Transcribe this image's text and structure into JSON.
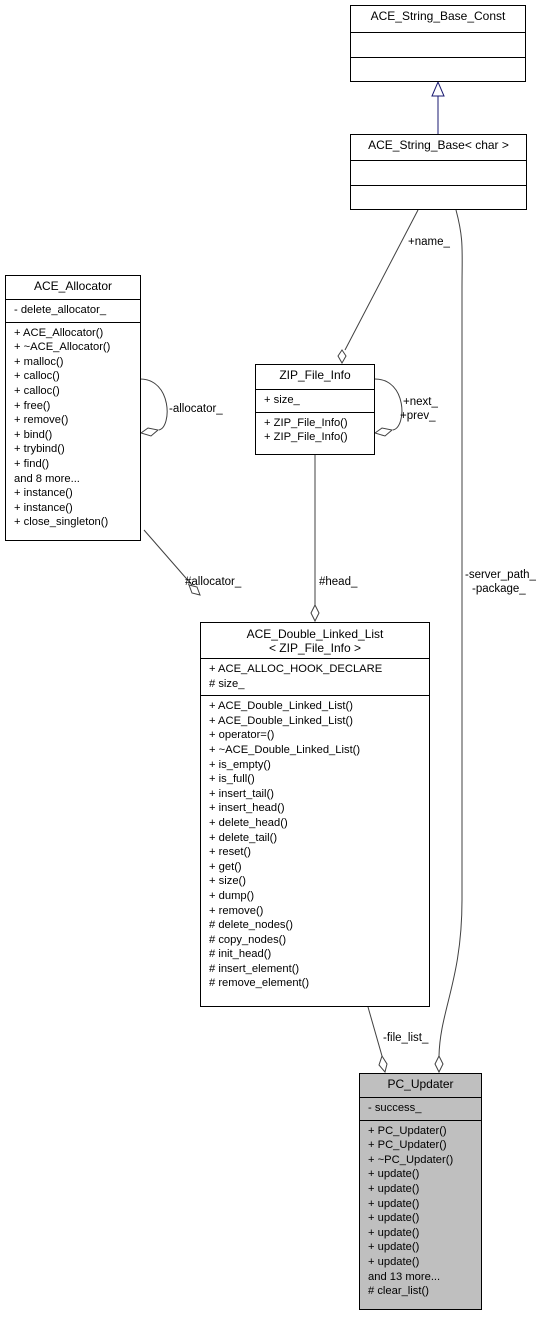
{
  "classes": {
    "string_base_const": {
      "title": "ACE_String_Base_Const",
      "attributes": [],
      "operations": []
    },
    "string_base": {
      "title": "ACE_String_Base< char >",
      "attributes": [],
      "operations": []
    },
    "allocator": {
      "title": "ACE_Allocator",
      "attributes": [
        "- delete_allocator_"
      ],
      "operations": [
        "+ ACE_Allocator()",
        "+ ~ACE_Allocator()",
        "+ malloc()",
        "+ calloc()",
        "+ calloc()",
        "+ free()",
        "+ remove()",
        "+ bind()",
        "+ trybind()",
        "+ find()",
        "and 8 more...",
        "+ instance()",
        "+ instance()",
        "+ close_singleton()"
      ]
    },
    "zip_file_info": {
      "title": "ZIP_File_Info",
      "attributes": [
        "+ size_"
      ],
      "operations": [
        "+ ZIP_File_Info()",
        "+ ZIP_File_Info()"
      ]
    },
    "double_linked_list": {
      "title_line1": "ACE_Double_Linked_List",
      "title_line2": "< ZIP_File_Info >",
      "attributes": [
        "+ ACE_ALLOC_HOOK_DECLARE",
        "# size_"
      ],
      "operations": [
        "+ ACE_Double_Linked_List()",
        "+ ACE_Double_Linked_List()",
        "+ operator=()",
        "+ ~ACE_Double_Linked_List()",
        "+ is_empty()",
        "+ is_full()",
        "+ insert_tail()",
        "+ insert_head()",
        "+ delete_head()",
        "+ delete_tail()",
        "+ reset()",
        "+ get()",
        "+ size()",
        "+ dump()",
        "+ remove()",
        "# delete_nodes()",
        "# copy_nodes()",
        "# init_head()",
        "# insert_element()",
        "# remove_element()"
      ]
    },
    "pc_updater": {
      "title": "PC_Updater",
      "attributes": [
        "- success_"
      ],
      "operations": [
        "+ PC_Updater()",
        "+ PC_Updater()",
        "+ ~PC_Updater()",
        "+ update()",
        "+ update()",
        "+ update()",
        "+ update()",
        "+ update()",
        "+ update()",
        "+ update()",
        "and 13 more...",
        "# clear_list()"
      ]
    }
  },
  "edge_labels": {
    "name": "+name_",
    "allocator_self": "-allocator_",
    "next": "+next_",
    "prev": "+prev_",
    "allocator": "#allocator_",
    "head": "#head_",
    "server_path": "-server_path_",
    "package": "-package_",
    "file_list": "-file_list_"
  },
  "colors": {
    "inheritance_edge": "#191970",
    "association_edge": "#404040",
    "highlight_fill": "#bfbfbf"
  }
}
